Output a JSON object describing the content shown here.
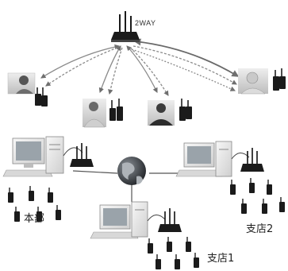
{
  "labels": {
    "router": "2WAY",
    "headquarters": "本部",
    "branch2": "支店2",
    "branch1": "支店1"
  },
  "colors": {
    "device_dark": "#1b1b1b",
    "link_gray": "#7a7a7a",
    "pc_body": "#e9e9e9",
    "screen": "#9aa3aa",
    "globe": "#3b3f44"
  },
  "icons": [
    "wireless-router-icon",
    "operator-photo",
    "handheld-radio-icon",
    "desktop-pc-icon",
    "globe-icon"
  ]
}
